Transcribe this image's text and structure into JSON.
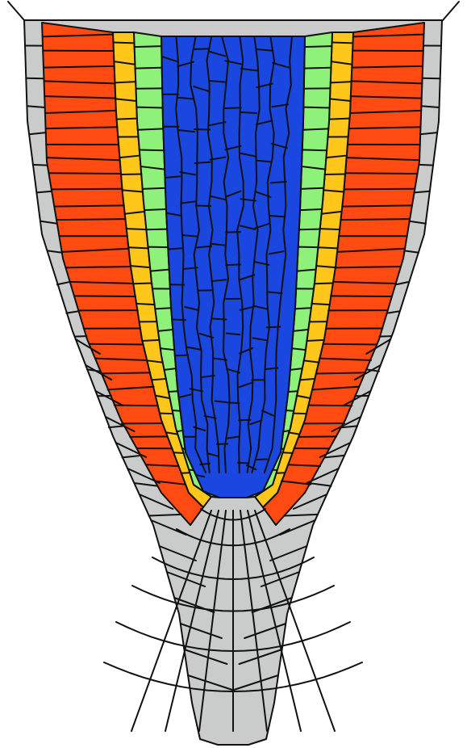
{
  "diagram": {
    "kind": "root tip cell-layer schematic",
    "tissues": [
      {
        "key": "stele",
        "color": "#1a47e0"
      },
      {
        "key": "pericycle",
        "color": "#8ef27a"
      },
      {
        "key": "endodermis",
        "color": "#ffc71a"
      },
      {
        "key": "cortex",
        "color": "#ff4a12"
      },
      {
        "key": "epidermis-and-root-cap",
        "color": "#c9ccca"
      }
    ],
    "outline_color": "#111111",
    "background": "#ffffff"
  }
}
